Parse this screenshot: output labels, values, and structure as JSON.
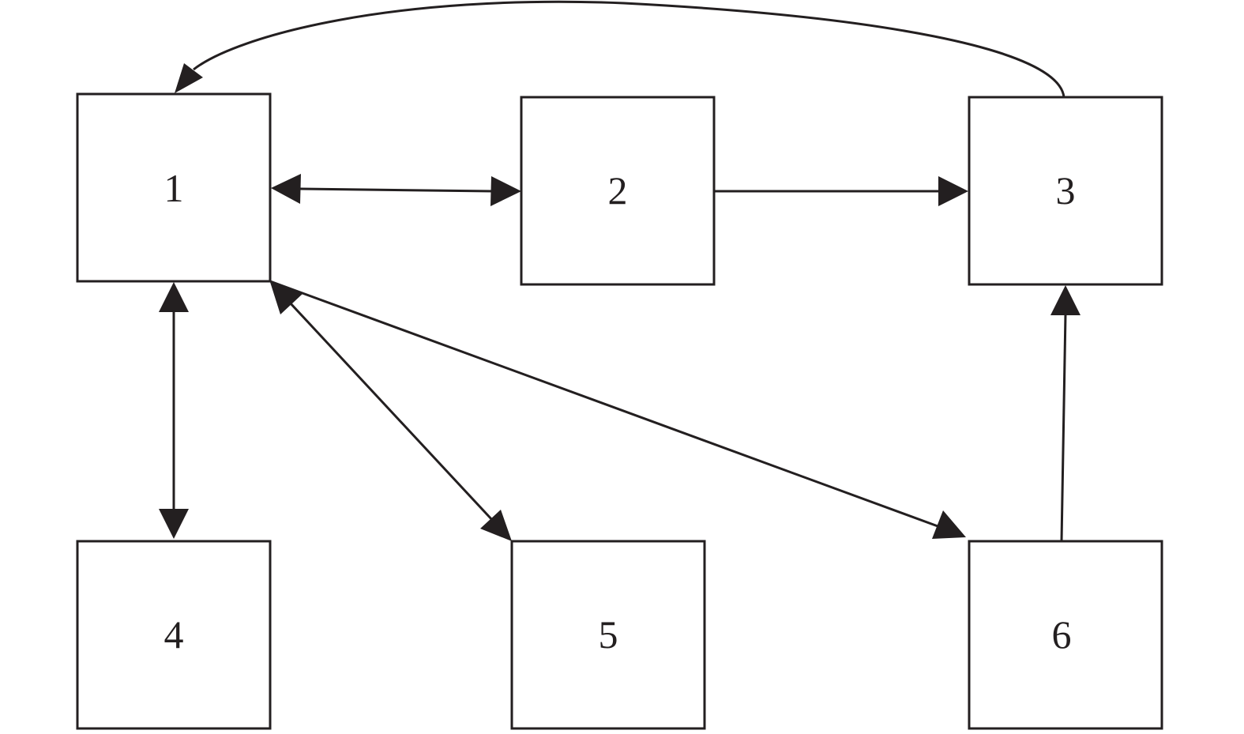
{
  "diagram": {
    "nodes": [
      {
        "id": "1",
        "label": "1"
      },
      {
        "id": "2",
        "label": "2"
      },
      {
        "id": "3",
        "label": "3"
      },
      {
        "id": "4",
        "label": "4"
      },
      {
        "id": "5",
        "label": "5"
      },
      {
        "id": "6",
        "label": "6"
      }
    ],
    "edges": [
      {
        "from": "1",
        "to": "2",
        "bidirectional": true
      },
      {
        "from": "2",
        "to": "3",
        "bidirectional": false
      },
      {
        "from": "3",
        "to": "1",
        "bidirectional": false
      },
      {
        "from": "1",
        "to": "4",
        "bidirectional": true
      },
      {
        "from": "1",
        "to": "5",
        "bidirectional": true
      },
      {
        "from": "1",
        "to": "6",
        "bidirectional": false
      },
      {
        "from": "6",
        "to": "3",
        "bidirectional": false
      }
    ],
    "colors": {
      "line": "#231f20",
      "background": "#ffffff"
    }
  }
}
